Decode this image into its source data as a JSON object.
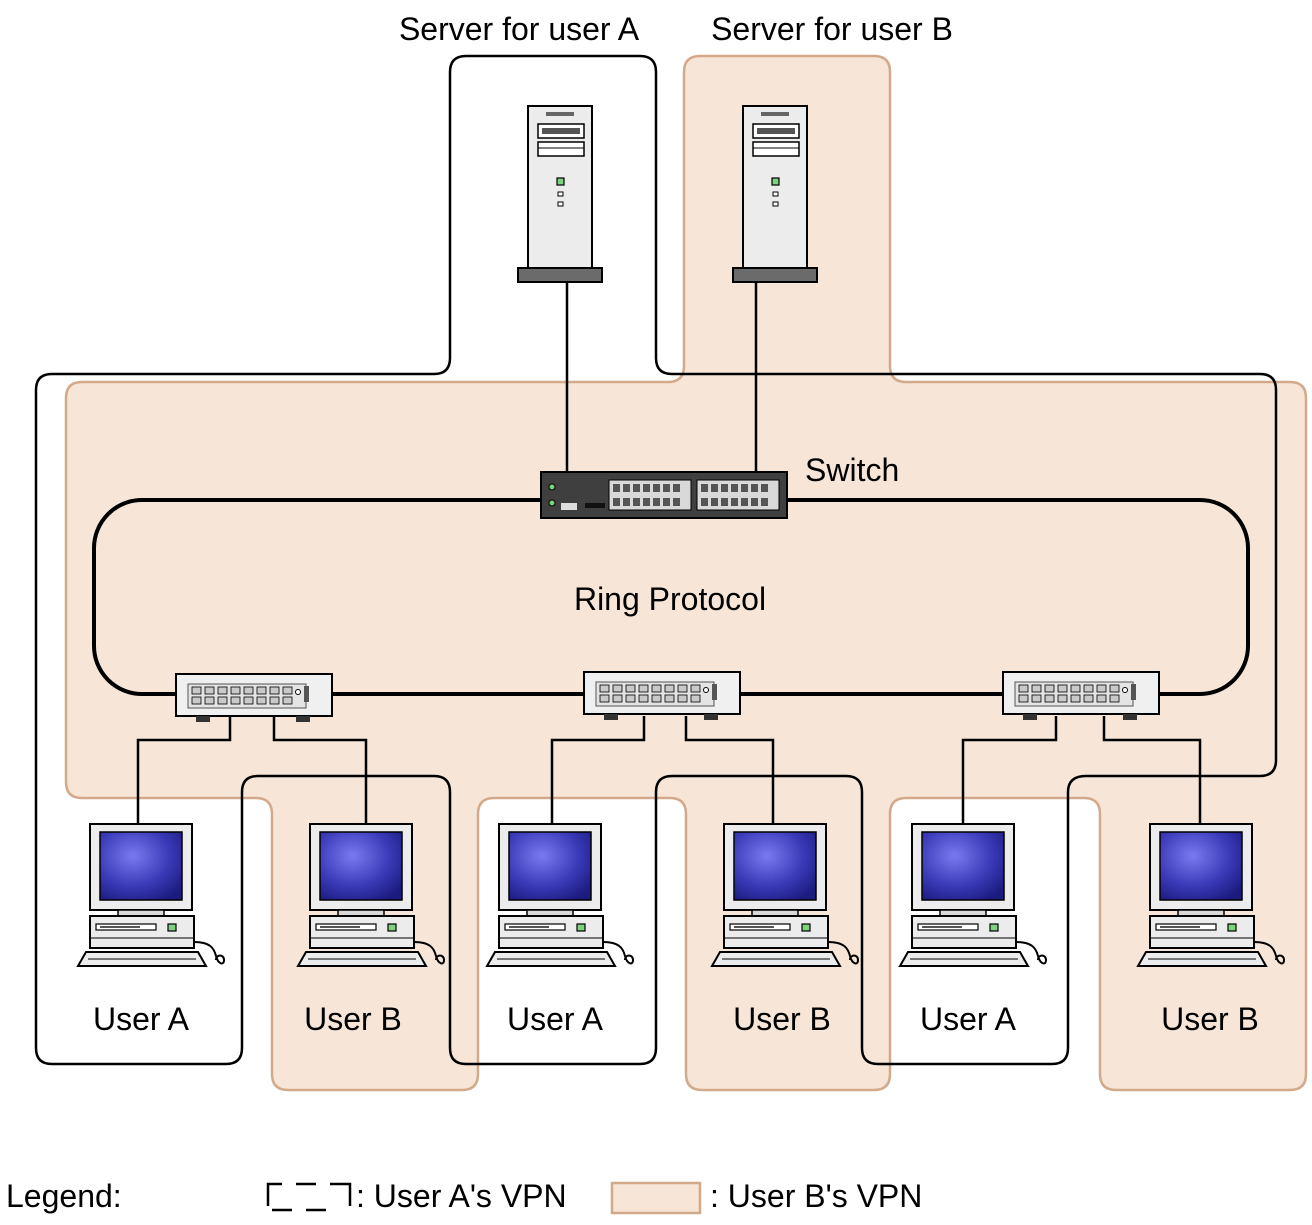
{
  "servers": {
    "server_a_label": "Server for user A",
    "server_b_label": "Server for user B"
  },
  "switch_label": "Switch",
  "ring_label": "Ring Protocol",
  "users": [
    {
      "label": "User A"
    },
    {
      "label": "User B"
    },
    {
      "label": "User A"
    },
    {
      "label": "User B"
    },
    {
      "label": "User A"
    },
    {
      "label": "User B"
    }
  ],
  "legend": {
    "title": "Legend:",
    "user_a_vpn": ": User A's VPN",
    "user_b_vpn": ": User B's VPN"
  },
  "colors": {
    "user_b_vpn_fill": "#f7e6d8",
    "user_b_vpn_border": "#d2a98a",
    "monitor_screen": "#3a3aa8"
  }
}
